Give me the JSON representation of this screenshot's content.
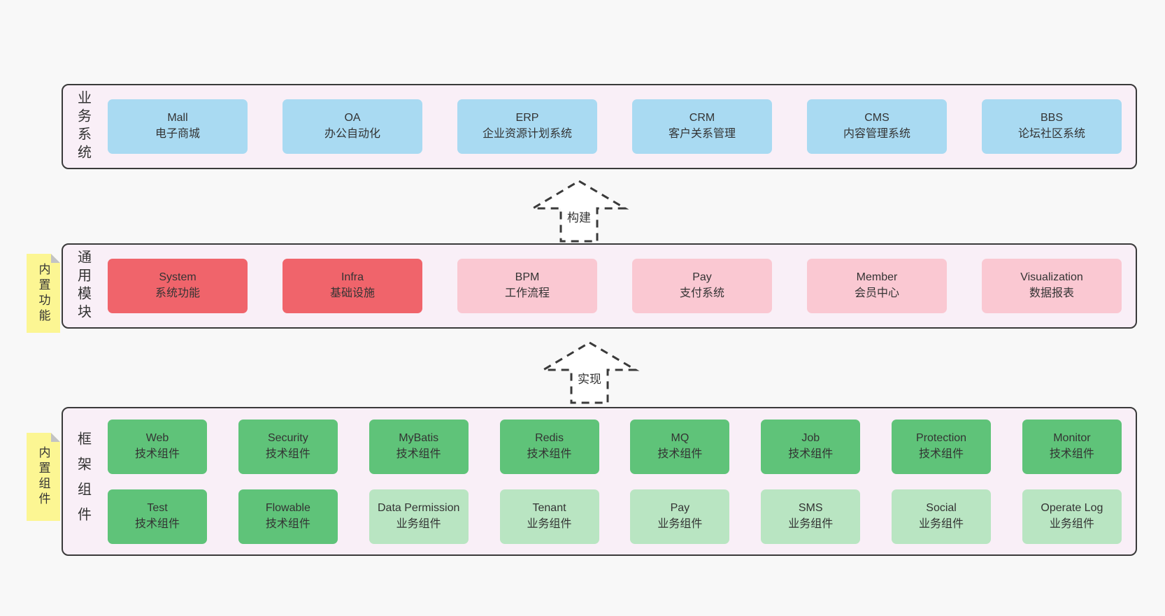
{
  "colors": {
    "background": "#f8f8f8",
    "container_fill": "#f9eff7",
    "container_border": "#3a3a3a",
    "blue": "#a9daf2",
    "red": "#f0646b",
    "pink": "#fac8d2",
    "green": "#5fc379",
    "light_green": "#b9e5c2",
    "sticky_yellow": "#fcf693",
    "fold_gray": "#c2c3c5",
    "text": "#333333"
  },
  "layers": [
    {
      "name": "business-systems",
      "side_label": "业务系统",
      "sticky_note": null,
      "rows": [
        [
          {
            "title": "Mall",
            "subtitle": "电子商城",
            "color": "blue"
          },
          {
            "title": "OA",
            "subtitle": "办公自动化",
            "color": "blue"
          },
          {
            "title": "ERP",
            "subtitle": "企业资源计划系统",
            "color": "blue"
          },
          {
            "title": "CRM",
            "subtitle": "客户关系管理",
            "color": "blue"
          },
          {
            "title": "CMS",
            "subtitle": "内容管理系统",
            "color": "blue"
          },
          {
            "title": "BBS",
            "subtitle": "论坛社区系统",
            "color": "blue"
          }
        ]
      ]
    },
    {
      "name": "common-modules",
      "side_label": "通用模块",
      "sticky_note": "内置功能",
      "rows": [
        [
          {
            "title": "System",
            "subtitle": "系统功能",
            "color": "red"
          },
          {
            "title": "Infra",
            "subtitle": "基础设施",
            "color": "red"
          },
          {
            "title": "BPM",
            "subtitle": "工作流程",
            "color": "pink"
          },
          {
            "title": "Pay",
            "subtitle": "支付系统",
            "color": "pink"
          },
          {
            "title": "Member",
            "subtitle": "会员中心",
            "color": "pink"
          },
          {
            "title": "Visualization",
            "subtitle": "数据报表",
            "color": "pink"
          }
        ]
      ]
    },
    {
      "name": "framework-components",
      "side_label": "框架组件",
      "sticky_note": "内置组件",
      "rows": [
        [
          {
            "title": "Web",
            "subtitle": "技术组件",
            "color": "green"
          },
          {
            "title": "Security",
            "subtitle": "技术组件",
            "color": "green"
          },
          {
            "title": "MyBatis",
            "subtitle": "技术组件",
            "color": "green"
          },
          {
            "title": "Redis",
            "subtitle": "技术组件",
            "color": "green"
          },
          {
            "title": "MQ",
            "subtitle": "技术组件",
            "color": "green"
          },
          {
            "title": "Job",
            "subtitle": "技术组件",
            "color": "green"
          },
          {
            "title": "Protection",
            "subtitle": "技术组件",
            "color": "green"
          },
          {
            "title": "Monitor",
            "subtitle": "技术组件",
            "color": "green"
          }
        ],
        [
          {
            "title": "Test",
            "subtitle": "技术组件",
            "color": "green"
          },
          {
            "title": "Flowable",
            "subtitle": "技术组件",
            "color": "green"
          },
          {
            "title": "Data Permission",
            "subtitle": "业务组件",
            "color": "light_green"
          },
          {
            "title": "Tenant",
            "subtitle": "业务组件",
            "color": "light_green"
          },
          {
            "title": "Pay",
            "subtitle": "业务组件",
            "color": "light_green"
          },
          {
            "title": "SMS",
            "subtitle": "业务组件",
            "color": "light_green"
          },
          {
            "title": "Social",
            "subtitle": "业务组件",
            "color": "light_green"
          },
          {
            "title": "Operate Log",
            "subtitle": "业务组件",
            "color": "light_green"
          }
        ]
      ]
    }
  ],
  "arrows": [
    {
      "label": "构建"
    },
    {
      "label": "实现"
    }
  ]
}
